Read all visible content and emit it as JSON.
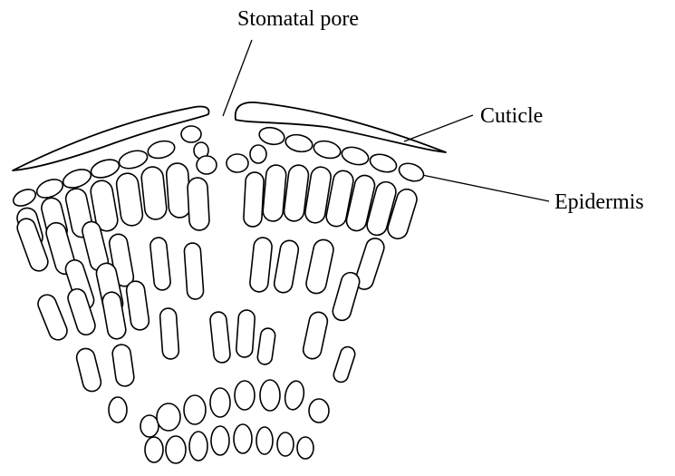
{
  "labels": {
    "stomatal_pore": "Stomatal pore",
    "cuticle": "Cuticle",
    "epidermis": "Epidermis"
  },
  "colors": {
    "ink": "#000000",
    "background": "#ffffff"
  }
}
